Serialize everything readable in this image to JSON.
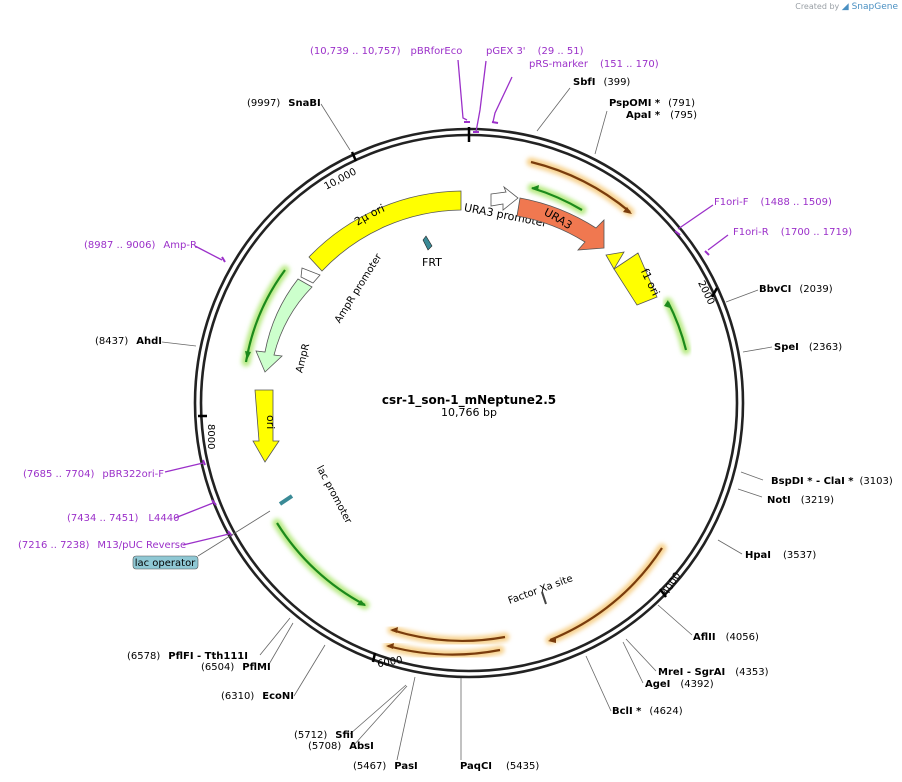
{
  "credit": {
    "prefix": "Created by",
    "brand": "SnapGene"
  },
  "plasmid": {
    "name": "csr-1_son-1_mNeptune2.5",
    "length_label": "10,766 bp",
    "length_bp": 10766
  },
  "ticks": [
    "10,000",
    "2000",
    "4000",
    "6000",
    "8000"
  ],
  "sites": [
    {
      "name": "SbfI",
      "pos": "(399)"
    },
    {
      "name": "PspOMI *",
      "pos": "(791)"
    },
    {
      "name": "ApaI *",
      "pos": "(795)"
    },
    {
      "name": "BbvCI",
      "pos": "(2039)"
    },
    {
      "name": "SpeI",
      "pos": "(2363)"
    },
    {
      "name": "BspDI * - ClaI *",
      "pos": "(3103)"
    },
    {
      "name": "NotI",
      "pos": "(3219)"
    },
    {
      "name": "HpaI",
      "pos": "(3537)"
    },
    {
      "name": "AflII",
      "pos": "(4056)"
    },
    {
      "name": "MreI - SgrAI",
      "pos": "(4353)"
    },
    {
      "name": "AgeI",
      "pos": "(4392)"
    },
    {
      "name": "BclI *",
      "pos": "(4624)"
    },
    {
      "name": "PaqCI",
      "pos": "(5435)"
    },
    {
      "name": "PasI",
      "pos": "(5467)"
    },
    {
      "name": "AbsI",
      "pos": "(5708)"
    },
    {
      "name": "SfiI",
      "pos": "(5712)"
    },
    {
      "name": "EcoNI",
      "pos": "(6310)"
    },
    {
      "name": "PflMI",
      "pos": "(6504)"
    },
    {
      "name": "PflFI - Tth111I",
      "pos": "(6578)"
    },
    {
      "name": "AhdI",
      "pos": "(8437)"
    },
    {
      "name": "SnaBI",
      "pos": "(9997)"
    }
  ],
  "primers": [
    {
      "name": "pBRforEco",
      "pos": "(10,739 .. 10,757)"
    },
    {
      "name": "pGEX 3'",
      "pos": "(29 .. 51)"
    },
    {
      "name": "pRS-marker",
      "pos": "(151 .. 170)"
    },
    {
      "name": "F1ori-F",
      "pos": "(1488 .. 1509)"
    },
    {
      "name": "F1ori-R",
      "pos": "(1700 .. 1719)"
    },
    {
      "name": "Amp-R",
      "pos": "(8987 .. 9006)"
    },
    {
      "name": "pBR322ori-F",
      "pos": "(7685 .. 7704)"
    },
    {
      "name": "L4440",
      "pos": "(7434 .. 7451)"
    },
    {
      "name": "M13/pUC Reverse",
      "pos": "(7216 .. 7238)"
    }
  ],
  "features": {
    "two_mu_ori": "2μ ori",
    "ura3": "URA3",
    "ura3_promoter": "URA3 promoter",
    "f1_ori": "f1 ori",
    "frt": "FRT",
    "ampr_promoter": "AmpR promoter",
    "ampr": "AmpR",
    "ori": "ori",
    "lac_promoter": "lac promoter",
    "lac_operator": "lac operator",
    "factor_xa": "Factor Xa site"
  },
  "colors": {
    "primer": "#9b30c9",
    "yellow": "#ffff00",
    "ura3": "#f07850",
    "ampr": "#ccffcc",
    "orf_green": "#1c8a1c",
    "orf_orange": "#a05010",
    "frt": "#3a8a96",
    "lac_operator": "#8fc8d4"
  }
}
